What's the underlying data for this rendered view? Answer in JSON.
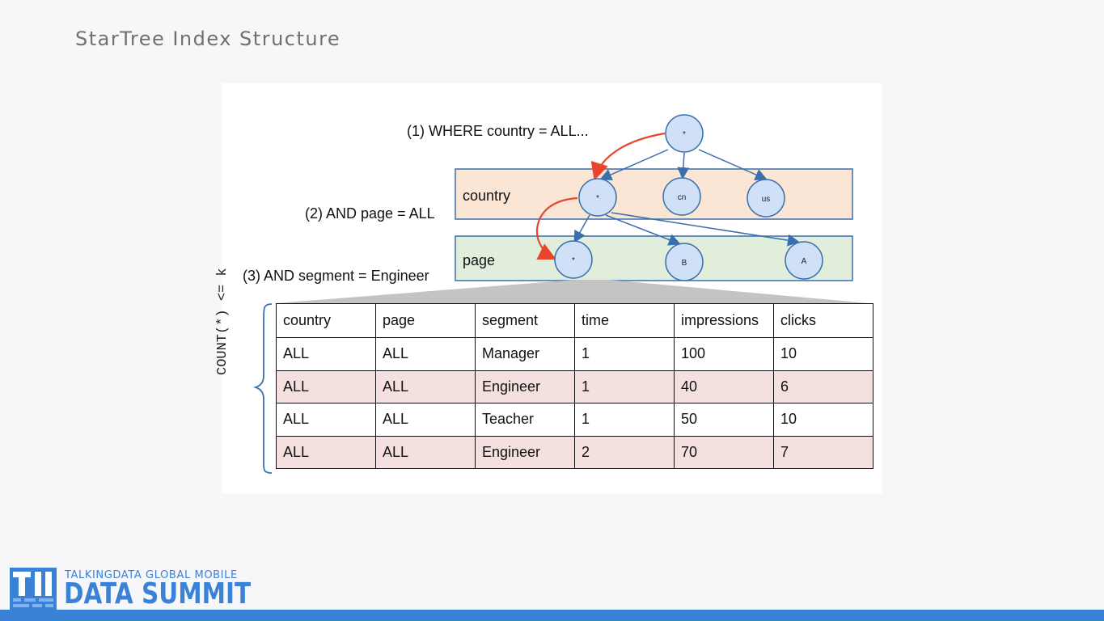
{
  "slide_title": "StarTree Index Structure",
  "annotations": {
    "where": "(1) WHERE country = ALL...",
    "and_page": "(2) AND page = ALL",
    "and_segment": "(3) AND segment = Engineer"
  },
  "levels": {
    "country": "country",
    "page": "page"
  },
  "nodes": {
    "root": "*",
    "country_star": "*",
    "country_cn": "cn",
    "country_us": "us",
    "page_star": "*",
    "page_b": "B",
    "page_a": "A"
  },
  "table": {
    "headers": [
      "country",
      "page",
      "segment",
      "time",
      "impressions",
      "clicks"
    ],
    "rows": [
      [
        "ALL",
        "ALL",
        "Manager",
        "1",
        "100",
        "10"
      ],
      [
        "ALL",
        "ALL",
        "Engineer",
        "1",
        "40",
        "6"
      ],
      [
        "ALL",
        "ALL",
        "Teacher",
        "1",
        "50",
        "10"
      ],
      [
        "ALL",
        "ALL",
        "Engineer",
        "2",
        "70",
        "7"
      ]
    ]
  },
  "side_label": "COUNT(*) <= k",
  "colors": {
    "country_band": "#fbe5d5",
    "page_band": "#e1eedc",
    "node_fill": "#cfe0f7",
    "node_stroke": "#3a6fae",
    "red_arrow": "#e8452c",
    "brand_blue": "#3a82d6"
  },
  "footer": {
    "logo_sub": "TALKINGDATA GLOBAL MOBILE",
    "logo_main": "DATA SUMMIT",
    "logo_badge": "T11"
  }
}
